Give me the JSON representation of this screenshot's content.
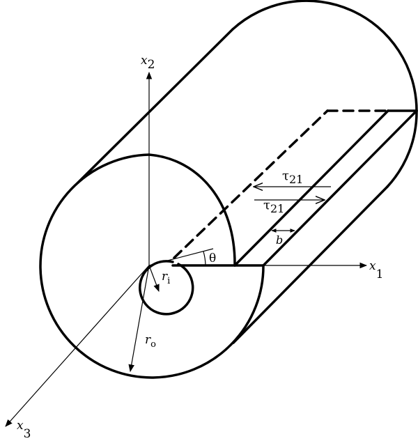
{
  "axes": {
    "x1": {
      "symbol": "x",
      "sub": "1"
    },
    "x2": {
      "symbol": "x",
      "sub": "2"
    },
    "x3": {
      "symbol": "x",
      "sub": "3"
    }
  },
  "labels": {
    "tau_upper": {
      "symbol": "τ",
      "sub": "21"
    },
    "tau_lower": {
      "symbol": "τ",
      "sub": "21"
    },
    "ligament": "b",
    "angle": "θ",
    "inner_radius": {
      "symbol": "r",
      "sub": "i"
    },
    "outer_radius": {
      "symbol": "r",
      "sub": "o"
    }
  }
}
